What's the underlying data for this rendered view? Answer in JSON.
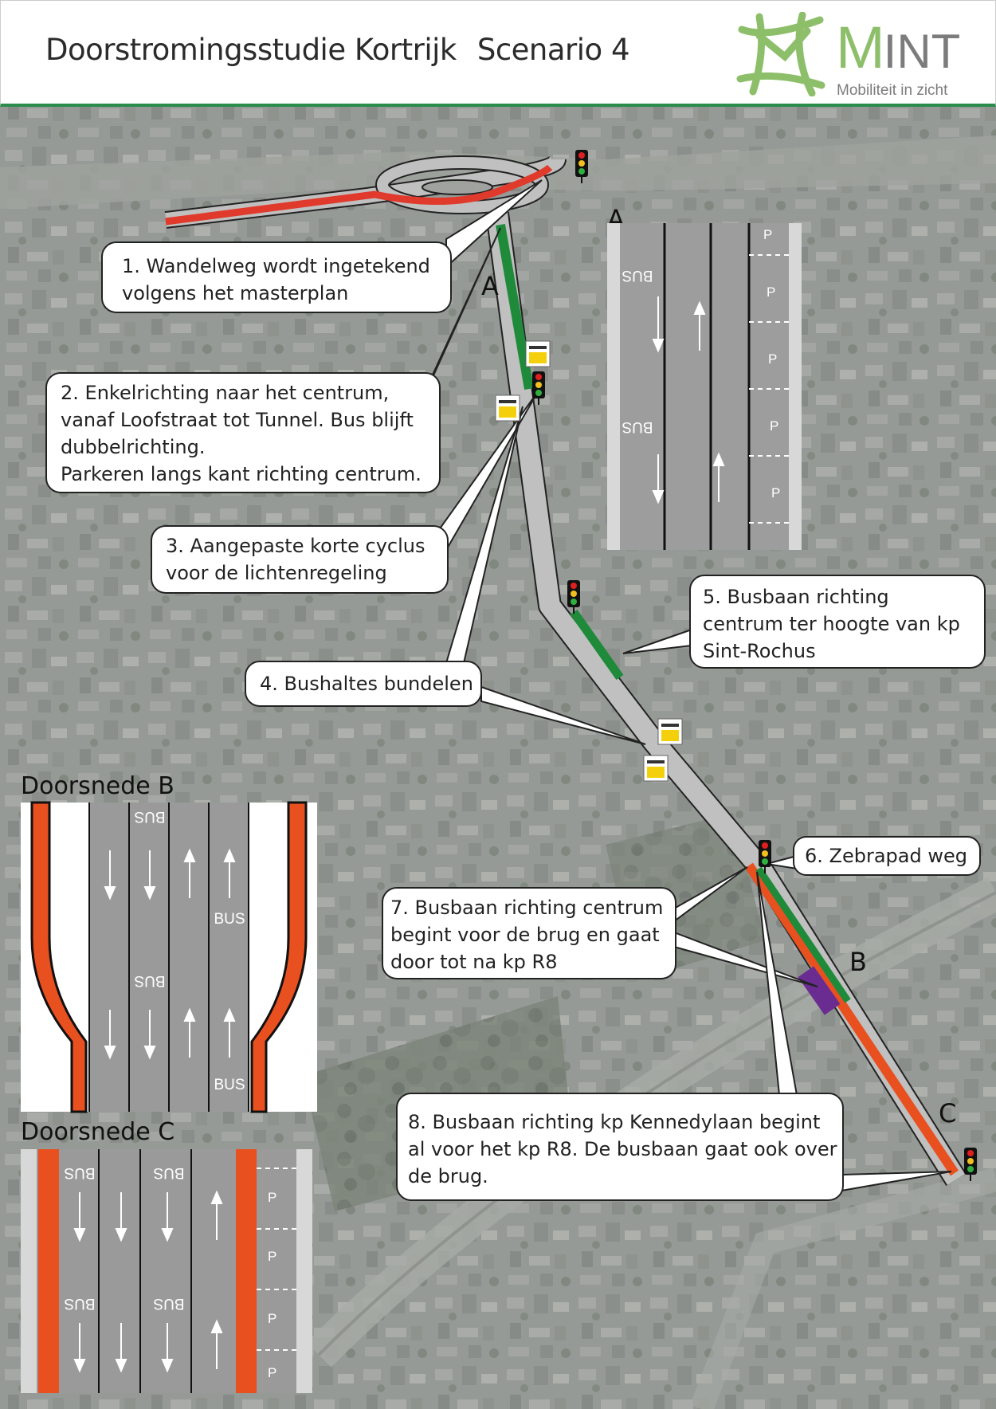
{
  "header": {
    "title": "Doorstromingsstudie Kortrijk",
    "scenario": "Scenario 4",
    "logo": {
      "name_first": "M",
      "name_rest": "INT",
      "tagline": "Mobiliteit in zicht"
    }
  },
  "callouts": [
    {
      "id": 1,
      "lines": [
        "1. Wandelweg wordt ingetekend",
        "volgens het masterplan"
      ]
    },
    {
      "id": 2,
      "lines": [
        "2. Enkelrichting naar het centrum,",
        "vanaf Loofstraat tot Tunnel. Bus blijft",
        "dubbelrichting.",
        "Parkeren langs kant richting centrum."
      ]
    },
    {
      "id": 3,
      "lines": [
        "3. Aangepaste korte cyclus",
        "voor de lichtenregeling"
      ]
    },
    {
      "id": 4,
      "lines": [
        "4. Bushaltes bundelen"
      ]
    },
    {
      "id": 5,
      "lines": [
        "5. Busbaan richting",
        "centrum ter hoogte van kp",
        "Sint-Rochus"
      ]
    },
    {
      "id": 6,
      "lines": [
        "6. Zebrapad weg"
      ]
    },
    {
      "id": 7,
      "lines": [
        "7. Busbaan richting centrum",
        "begint voor de brug en gaat",
        "door tot na kp R8"
      ]
    },
    {
      "id": 8,
      "lines": [
        "8. Busbaan richting kp Kennedylaan begint",
        "al voor het kp R8. De busbaan gaat ook over",
        "de brug."
      ]
    }
  ],
  "section_markers": {
    "a_top": "A",
    "a_road": "A",
    "b": "B",
    "c": "C"
  },
  "cross_sections": {
    "b_title": "Doorsnede B",
    "c_title": "Doorsnede C",
    "bus_label": "BUS",
    "parking_label": "P"
  },
  "colors": {
    "bus_lane": "#1e8a3a",
    "walkway": "#e03a2c",
    "bike_lane": "#e8501f",
    "marker": "#6a2c91",
    "header_rule": "#2a8c4a"
  },
  "icons": [
    "traffic-light-icon",
    "bus-stop-icon"
  ]
}
